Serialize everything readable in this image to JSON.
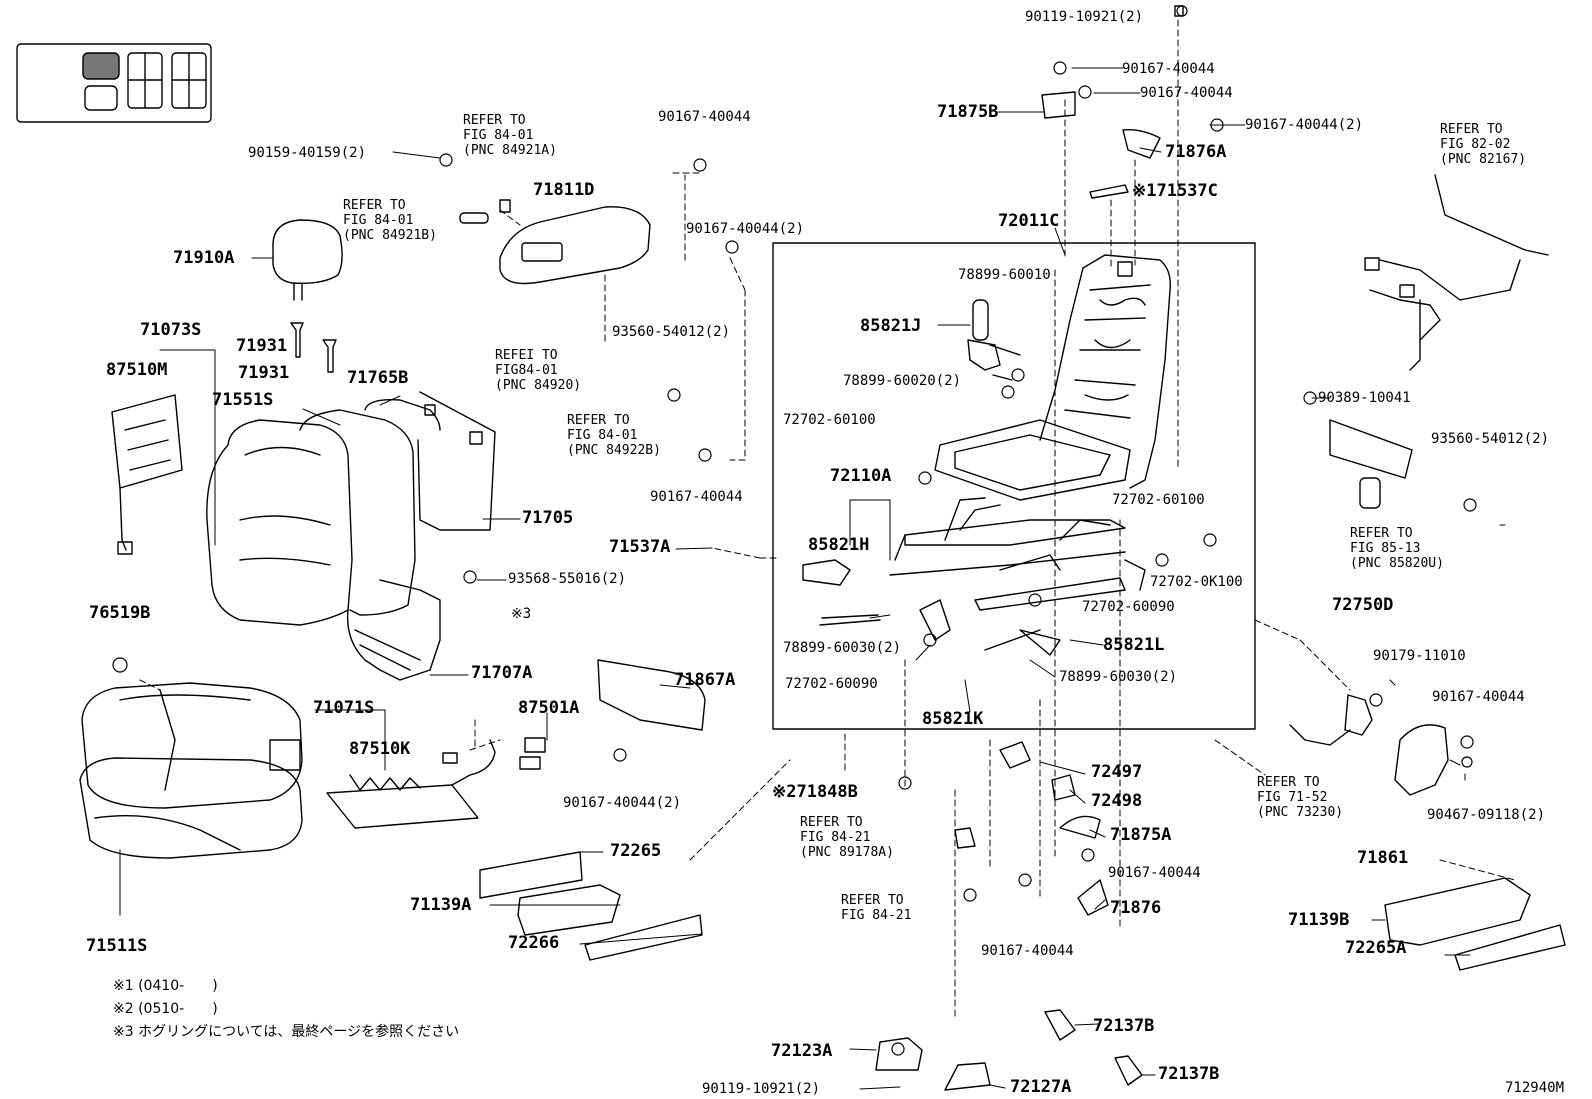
{
  "diagram_id": "712940M",
  "notes": [
    {
      "mark": "※1",
      "text": "(0410-　　)"
    },
    {
      "mark": "※2",
      "text": "(0510-　　)"
    },
    {
      "mark": "※3",
      "text": "ホグリングについては、最終ページを参照ください"
    }
  ],
  "main_assy_label": "72011C",
  "parts": {
    "p90119_10921_2_top": "90119-10921(2)",
    "p90167_40044_a": "90167-40044",
    "p90167_40044_b": "90167-40044",
    "p71875B": "71875B",
    "p90167_40044_2_c": "90167-40044(2)",
    "p71876A": "71876A",
    "p90167_40044_d": "90167-40044",
    "p90159_40159_2": "90159-40159(2)",
    "p71811D": "71811D",
    "p71537C": "※171537C",
    "p90167_40044_2_e": "90167-40044(2)",
    "p71910A": "71910A",
    "p78899_60010": "78899-60010",
    "p85821J": "85821J",
    "p71073S": "71073S",
    "p71931a": "71931",
    "p71931b": "71931",
    "p93560_54012_2_a": "93560-54012(2)",
    "p87510M": "87510M",
    "p71765B": "71765B",
    "p78899_60020_2": "78899-60020(2)",
    "p71551S": "71551S",
    "p72702_60100_a": "72702-60100",
    "p90389_10041": "90389-10041",
    "p93560_54012_2_b": "93560-54012(2)",
    "p72110A": "72110A",
    "p90167_40044_f": "90167-40044",
    "p72702_60100_b": "72702-60100",
    "p71705": "71705",
    "p71537A": "71537A",
    "p85821H": "85821H",
    "p93568_55016_2": "93568-55016(2)",
    "p72702_0K100": "72702-0K100",
    "p72750D": "72750D",
    "p76519B": "76519B",
    "p72702_60090_a": "72702-60090",
    "pX3": "※3",
    "p85821L": "85821L",
    "p78899_60030_2_a": "78899-60030(2)",
    "p72702_60090_2": "72702-60090",
    "p71707A": "71707A",
    "p78899_60030_2_b": "78899-60030(2)",
    "p90179_11010": "90179-11010",
    "p71867A": "71867A",
    "p87501A": "87501A",
    "p71071S": "71071S",
    "p85821K": "85821K",
    "p90167_40044_g": "90167-40044",
    "p87510K": "87510K",
    "p72497": "72497",
    "p72498": "72498",
    "p71848B": "※271848B",
    "p90167_40044_2_h": "90167-40044(2)",
    "p90467_09118_2": "90467-09118(2)",
    "p71875A": "71875A",
    "p72265": "72265",
    "p71861": "71861",
    "p90167_40044_i": "90167-40044",
    "p71139A": "71139A",
    "p71876": "71876",
    "p71139B": "71139B",
    "p72266": "72266",
    "p72265A": "72265A",
    "p90167_40044_j": "90167-40044",
    "p71511S": "71511S",
    "p72123A": "72123A",
    "p72137B_a": "72137B",
    "p90119_10921_2_b": "90119-10921(2)",
    "p72127A": "72127A",
    "p72137B_b": "72137B"
  },
  "references": {
    "r1": [
      "REFER TO",
      "FIG 84-01",
      "(PNC 84921A)"
    ],
    "r2": [
      "REFER TO",
      "FIG 84-01",
      "(PNC 84921B)"
    ],
    "r3": [
      "REFEI TO",
      "FIG84-01",
      "(PNC 84920)"
    ],
    "r4": [
      "REFER TO",
      "FIG 84-01",
      "(PNC 84922B)"
    ],
    "r5": [
      "REFER TO",
      "FIG 82-02",
      "(PNC 82167)"
    ],
    "r6": [
      "REFER TO",
      "FIG 85-13",
      "(PNC 85820U)"
    ],
    "r7": [
      "REFER TO",
      "FIG 71-52",
      "(PNC 73230)"
    ],
    "r8": [
      "REFER TO",
      "FIG 84-21",
      "(PNC 89178A)"
    ],
    "r9": [
      "REFER TO",
      "FIG 84-21"
    ]
  }
}
